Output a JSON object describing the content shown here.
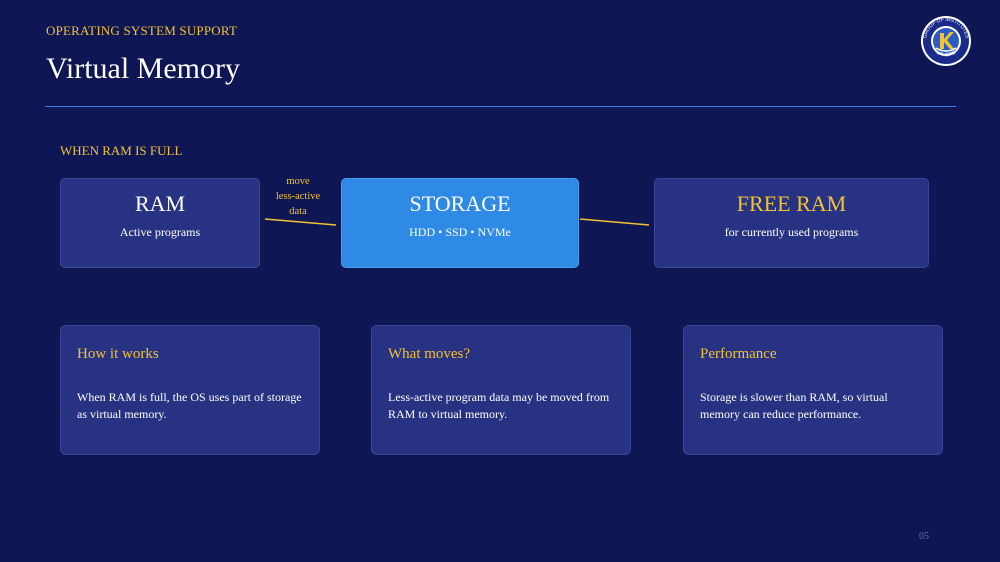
{
  "header": {
    "kicker": "OPERATING SYSTEM SUPPORT",
    "title": "Virtual Memory",
    "logo_text_top": "GROUP OF INSTITUTES",
    "logo_text_bottom": "LAHORE"
  },
  "diagram": {
    "section_label": "WHEN RAM IS FULL",
    "nodes": [
      {
        "id": "ram",
        "title": "RAM",
        "subtitle": "Active programs"
      },
      {
        "id": "storage",
        "title": "STORAGE",
        "subtitle": "HDD • SSD • NVMe"
      },
      {
        "id": "free-ram",
        "title": "FREE RAM",
        "subtitle": "for currently used programs"
      }
    ],
    "edges": [
      {
        "from": "ram",
        "to": "storage",
        "label_lines": [
          "move",
          "less-active",
          "data"
        ]
      },
      {
        "from": "storage",
        "to": "free-ram"
      }
    ]
  },
  "cards": [
    {
      "heading": "How it works",
      "body": "When RAM is full, the OS uses part of storage as virtual memory."
    },
    {
      "heading": "What moves?",
      "body": "Less-active program data may be moved from RAM to virtual memory."
    },
    {
      "heading": "Performance",
      "body": "Storage is slower than RAM, so virtual memory can reduce performance."
    }
  ],
  "footer": {
    "page_number": "05"
  },
  "colors": {
    "background": "#0f1654",
    "accent": "#f2c230",
    "storage_box": "#2f8ae6",
    "panel": "#283282",
    "rule": "#3f7fe0"
  }
}
